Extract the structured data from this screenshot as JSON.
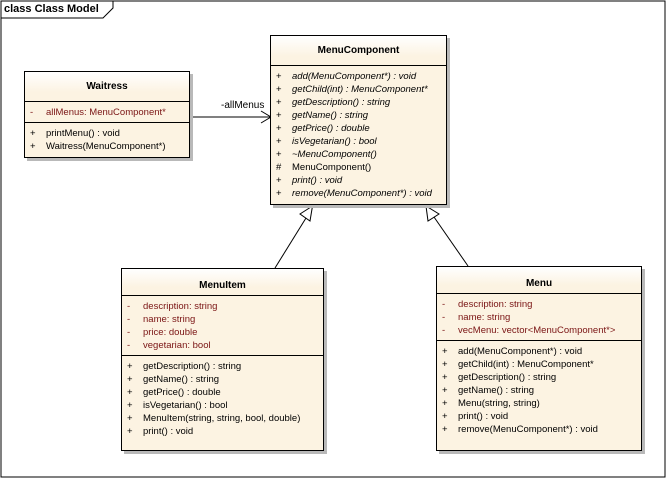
{
  "frame": {
    "title": "class Class Model"
  },
  "association": {
    "role_label": "-allMenus"
  },
  "classes": {
    "waitress": {
      "name": "Waitress",
      "attributes": [
        {
          "vis": "-",
          "text": "allMenus:  MenuComponent*"
        }
      ],
      "operations": [
        {
          "vis": "+",
          "text": "printMenu() : void"
        },
        {
          "vis": "+",
          "text": "Waitress(MenuComponent*)"
        }
      ]
    },
    "menucomponent": {
      "name": "MenuComponent",
      "operations": [
        {
          "vis": "+",
          "text": "add(MenuComponent*) : void",
          "abstract": true
        },
        {
          "vis": "+",
          "text": "getChild(int) : MenuComponent*",
          "abstract": true
        },
        {
          "vis": "+",
          "text": "getDescription() : string",
          "abstract": true
        },
        {
          "vis": "+",
          "text": "getName() : string",
          "abstract": true
        },
        {
          "vis": "+",
          "text": "getPrice() : double",
          "abstract": true
        },
        {
          "vis": "+",
          "text": "isVegetarian() : bool",
          "abstract": true
        },
        {
          "vis": "+",
          "text": "~MenuComponent()",
          "abstract": true
        },
        {
          "vis": "#",
          "text": "MenuComponent()",
          "abstract": false
        },
        {
          "vis": "+",
          "text": "print() : void",
          "abstract": true
        },
        {
          "vis": "+",
          "text": "remove(MenuComponent*) : void",
          "abstract": true
        }
      ]
    },
    "menuitem": {
      "name": "MenuItem",
      "attributes": [
        {
          "vis": "-",
          "text": "description:  string"
        },
        {
          "vis": "-",
          "text": "name:  string"
        },
        {
          "vis": "-",
          "text": "price:  double"
        },
        {
          "vis": "-",
          "text": "vegetarian:  bool"
        }
      ],
      "operations": [
        {
          "vis": "+",
          "text": "getDescription() : string"
        },
        {
          "vis": "+",
          "text": "getName() : string"
        },
        {
          "vis": "+",
          "text": "getPrice() : double"
        },
        {
          "vis": "+",
          "text": "isVegetarian() : bool"
        },
        {
          "vis": "+",
          "text": "MenuItem(string, string, bool, double)"
        },
        {
          "vis": "+",
          "text": "print() : void"
        }
      ]
    },
    "menu": {
      "name": "Menu",
      "attributes": [
        {
          "vis": "-",
          "text": "description:  string"
        },
        {
          "vis": "-",
          "text": "name:  string"
        },
        {
          "vis": "-",
          "text": "vecMenu:  vector<MenuComponent*>"
        }
      ],
      "operations": [
        {
          "vis": "+",
          "text": "add(MenuComponent*) : void"
        },
        {
          "vis": "+",
          "text": "getChild(int) : MenuComponent*"
        },
        {
          "vis": "+",
          "text": "getDescription() : string"
        },
        {
          "vis": "+",
          "text": "getName() : string"
        },
        {
          "vis": "+",
          "text": "Menu(string, string)"
        },
        {
          "vis": "+",
          "text": "print() : void"
        },
        {
          "vis": "+",
          "text": "remove(MenuComponent*) : void"
        }
      ]
    }
  },
  "colors": {
    "class_fill": "#fcf3e2",
    "attribute_text": "#7a1414",
    "shadow": "#b9b9b9"
  }
}
